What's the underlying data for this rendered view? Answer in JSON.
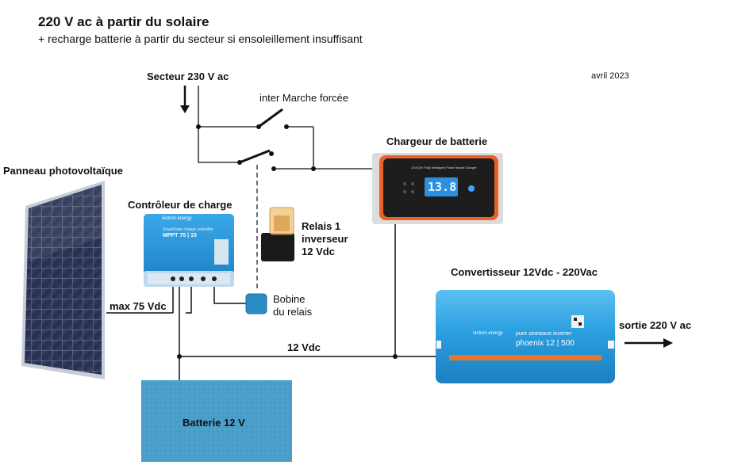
{
  "header": {
    "title": "220 V ac  à partir du solaire",
    "subtitle": "+ recharge batterie à partir du secteur si ensoleillement insuffisant",
    "date": "avril 2023"
  },
  "labels": {
    "mains": "Secteur 230 V ac",
    "forced_switch": "inter Marche forcée",
    "charger": "Chargeur de batterie",
    "panel": "Panneau photovoltaïque",
    "controller": "Contrôleur de charge",
    "relay_line1": "Relais 1",
    "relay_line2": "inverseur",
    "relay_line3": "12 Vdc",
    "coil_line1": "Bobine",
    "coil_line2": "du relais",
    "max_voltage": "max 75 Vdc",
    "bus_voltage": "12 Vdc",
    "inverter": "Convertisseur 12Vdc - 220Vac",
    "output": "sortie 220 V ac",
    "battery": "Batterie 12 V"
  },
  "device_text": {
    "controller_brand": "victron energy",
    "controller_line1": "SmartSolar charge controller",
    "controller_model": "MPPT 75 | 15",
    "charger_header": "12V/24V Fully Intelligent Pulse Repair Charger",
    "charger_display": "13.8",
    "inverter_brand": "victron energy",
    "inverter_line1": "pure sinewave inverter",
    "inverter_model": "phoenix 12 | 500"
  },
  "colors": {
    "victron_blue": "#1e8fd6",
    "inverter_blue": "#2a9fe0",
    "inverter_stripe": "#e8762a",
    "battery": "#4a9fc9",
    "charger_orange": "#e8602a",
    "panel_dark": "#2a3350",
    "wire": "#111111"
  }
}
